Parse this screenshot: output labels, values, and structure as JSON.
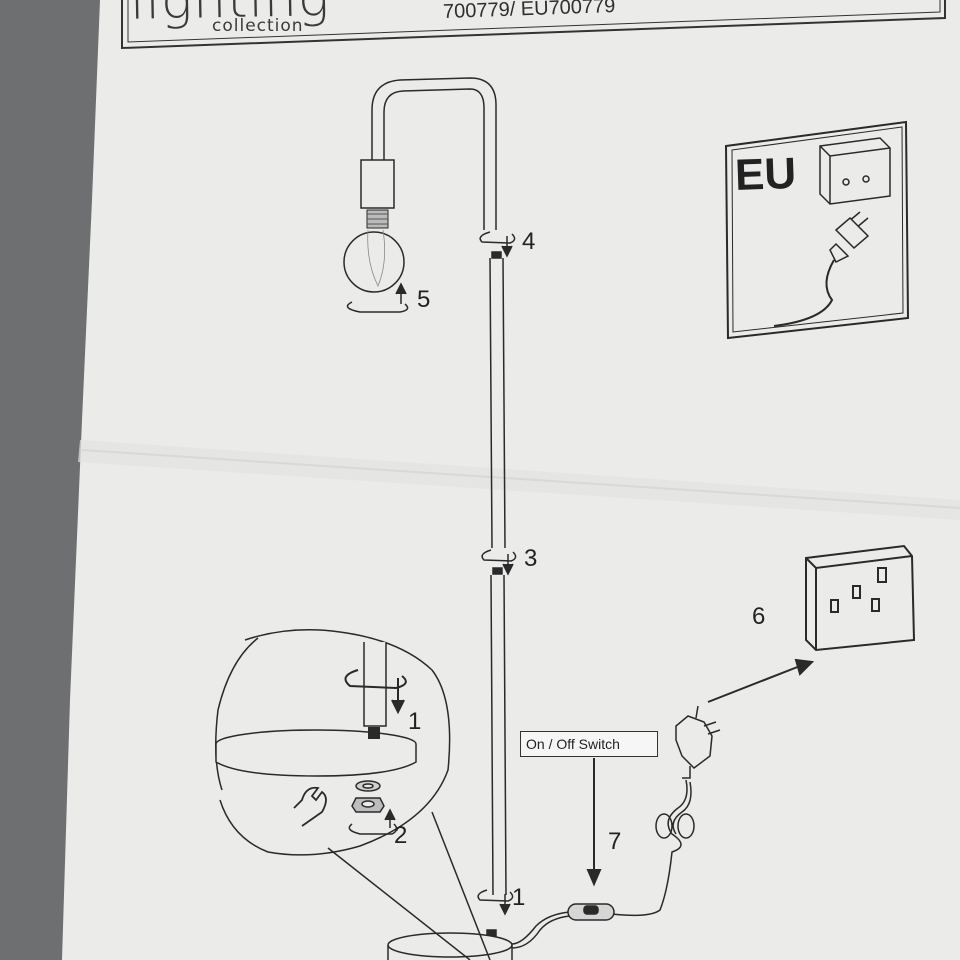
{
  "header": {
    "brand_word": "lighting",
    "brand_sub": "collection",
    "model_number": "700779/ EU700779"
  },
  "steps": {
    "step1_zoom": "1",
    "step2": "2",
    "step1_base": "1",
    "step3": "3",
    "step4": "4",
    "step5": "5",
    "step6": "6",
    "step7": "7"
  },
  "eu_panel": {
    "label": "EU"
  },
  "switch": {
    "label": "On / Off Switch"
  },
  "icons": [
    "rotate-arrow-icon",
    "wrench-icon",
    "nut-icon",
    "washer-icon",
    "eu-socket-icon",
    "eu-plug-icon",
    "uk-socket-icon",
    "uk-plug-icon",
    "light-bulb-icon"
  ],
  "colors": {
    "paper": "#ececea",
    "ink": "#2a2a2a",
    "background": "#6f7072"
  }
}
